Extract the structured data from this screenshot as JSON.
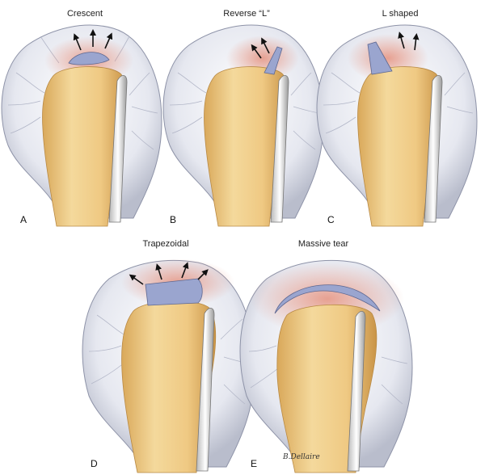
{
  "panels": [
    {
      "letter": "A",
      "title": "Crescent"
    },
    {
      "letter": "B",
      "title": "Reverse “L”"
    },
    {
      "letter": "C",
      "title": "L shaped"
    },
    {
      "letter": "D",
      "title": "Trapezoidal"
    },
    {
      "letter": "E",
      "title": "Massive tear"
    }
  ],
  "signature": "B.Dellaire",
  "colors": {
    "bone": "#f0cf8e",
    "bone_shadow": "#d9a85a",
    "capsule": "#eceef4",
    "capsule_edge": "#9aa0b4",
    "inflamed": "#e79a88",
    "tear": "#8f9bc6",
    "scope": "#f2f2f2"
  }
}
